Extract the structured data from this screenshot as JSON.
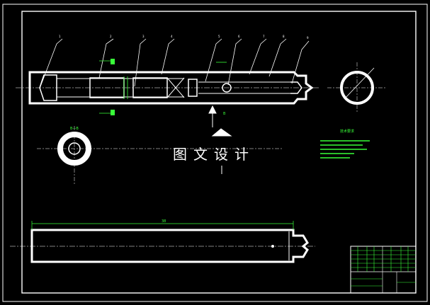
{
  "watermark": "图文设计",
  "overall_length_label": "38",
  "section_label": "B—B",
  "view_label": "B",
  "tech_requirements_title": "技术要求",
  "colors": {
    "background": "#000000",
    "outline": "#ffffff",
    "dimension": "#39ff39"
  }
}
